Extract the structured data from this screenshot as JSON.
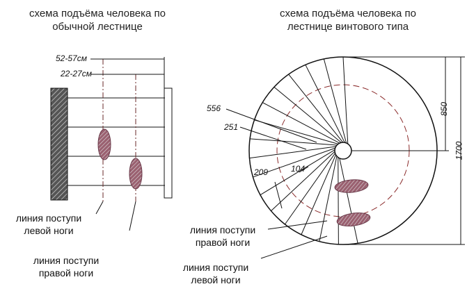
{
  "left_title": [
    "схема подъёма человека по",
    "обычной лестнице"
  ],
  "right_title": [
    "схема подъёма человека по",
    "лестнице винтового типа"
  ],
  "left_dims": {
    "outer": "52-57см",
    "inner": "22-27см"
  },
  "left_labels": {
    "left_foot": [
      "линия поступи",
      "левой ноги"
    ],
    "right_foot": [
      "линия поступи",
      "правой ноги"
    ]
  },
  "right_dims": {
    "d556": "556",
    "d251": "251",
    "d209": "209",
    "d104": "104",
    "h850": "850",
    "h1700": "1700"
  },
  "right_labels": {
    "right_foot": [
      "линия поступи",
      "правой ноги"
    ],
    "left_foot": [
      "линия поступи",
      "левой ноги"
    ]
  },
  "colors": {
    "line": "#111111",
    "foot": "#8a3a4a",
    "dash": "#8a2a2a"
  }
}
